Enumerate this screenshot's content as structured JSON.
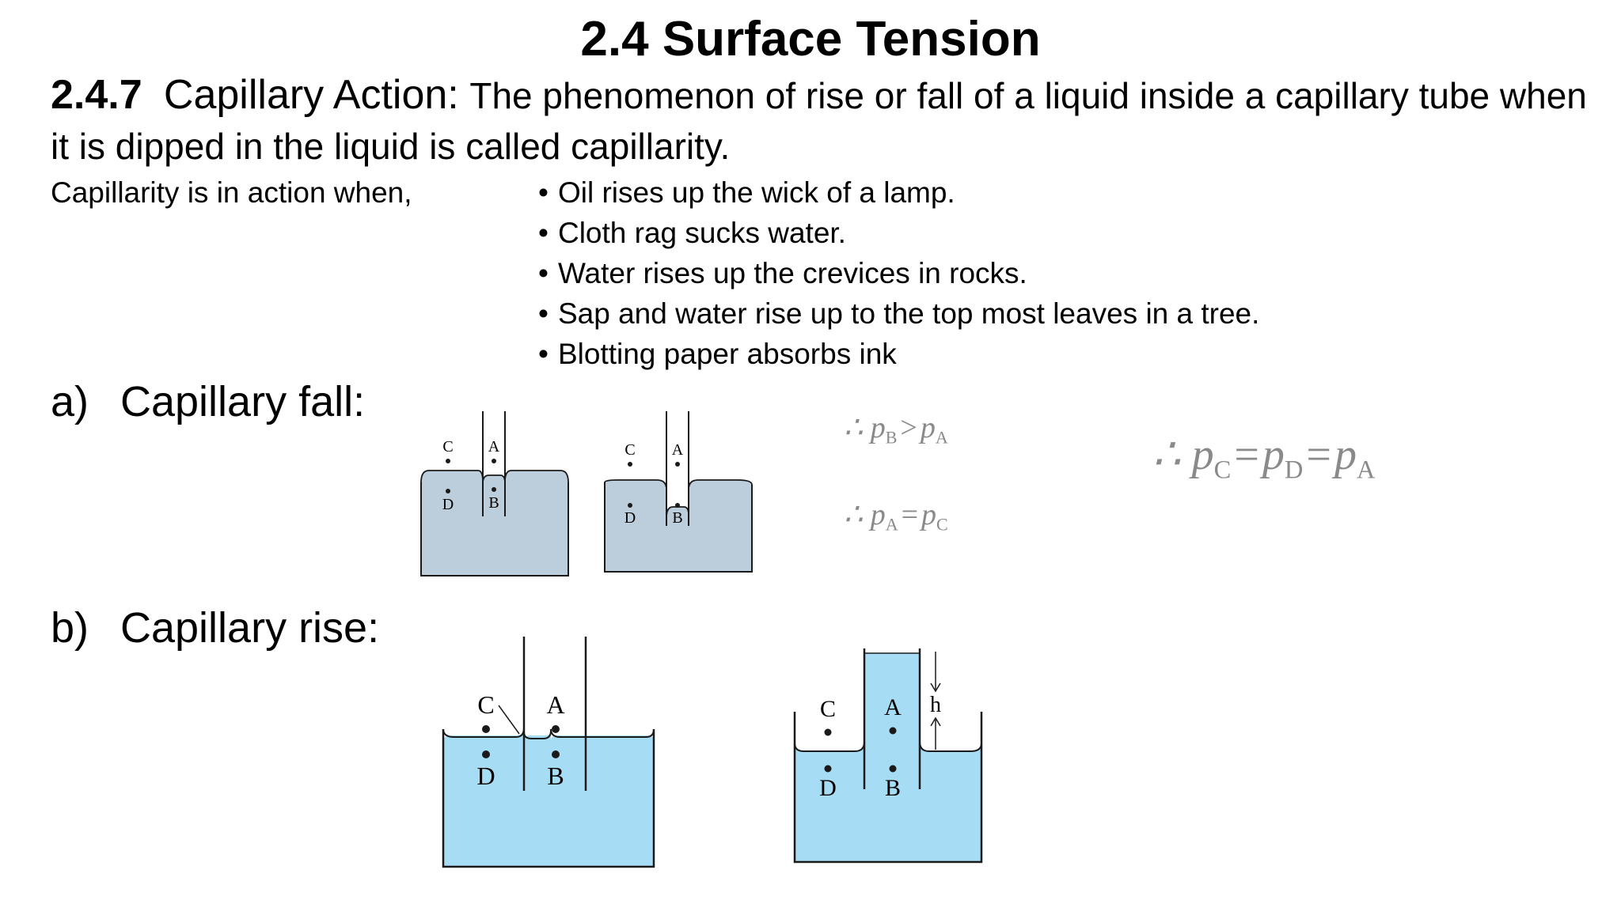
{
  "title": "2.4 Surface Tension",
  "heading": {
    "number": "2.4.7",
    "term": "Capillary Action:",
    "definition": "The phenomenon of rise or fall of a liquid inside a capillary tube when it is dipped in the liquid is called capillarity."
  },
  "intro": "Capillarity is in action when,",
  "examples": [
    "Oil rises up the wick of a lamp.",
    "Cloth rag sucks water.",
    "Water rises up the crevices in rocks.",
    "Sap and water rise up to the top most leaves in a tree.",
    "Blotting paper absorbs ink"
  ],
  "sections": {
    "fall": {
      "index": "a)",
      "label": "Capillary fall:"
    },
    "rise": {
      "index": "b)",
      "label": "Capillary rise:"
    }
  },
  "point_labels": {
    "a": "A",
    "b": "B",
    "c": "C",
    "d": "D",
    "h": "h"
  },
  "equations": {
    "therefore": "∴",
    "p": "p",
    "sub_a": "A",
    "sub_b": "B",
    "sub_c": "C",
    "sub_d": "D",
    "gt": ">",
    "eq": "="
  },
  "colors": {
    "fall_liquid": "#bccedc",
    "rise_liquid": "#a7dcf5",
    "stroke": "#1a1a1a",
    "equation_text": "#8a8a8a"
  },
  "icons": {
    "therefore": "therefore-symbol"
  }
}
